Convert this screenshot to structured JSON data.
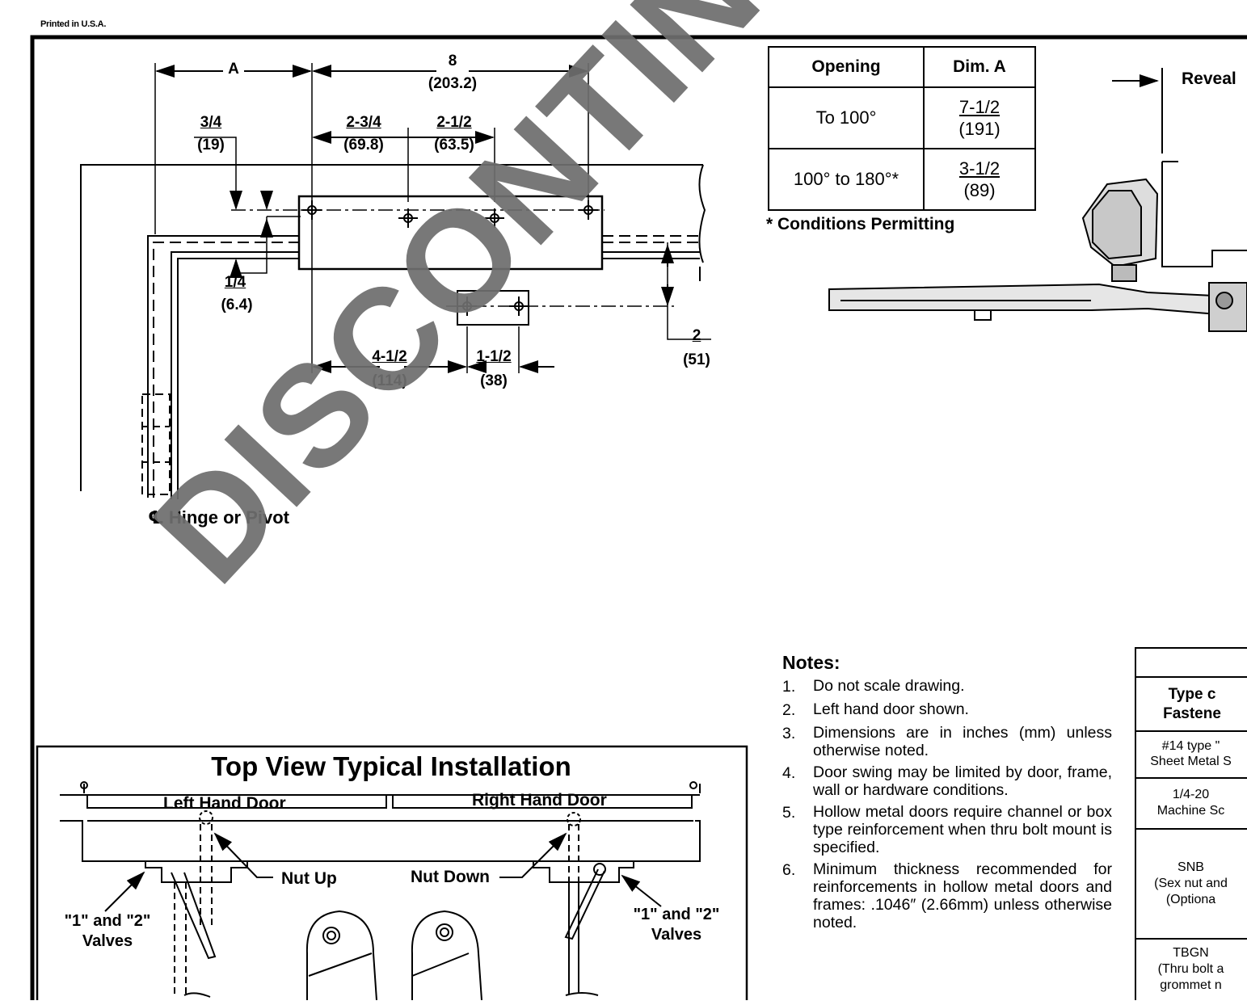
{
  "header": {
    "printed": "Printed in U.S.A."
  },
  "template": {
    "dim_A": "A",
    "dim_8": "8",
    "dim_8_mm": "(203.2)",
    "dim_3_4": "3/4",
    "dim_3_4_mm": "(19)",
    "dim_2_3_4": "2-3/4",
    "dim_2_3_4_mm": "(69.8)",
    "dim_2_1_2": "2-1/2",
    "dim_2_1_2_mm": "(63.5)",
    "dim_1_4": "1/4",
    "dim_1_4_mm": "(6.4)",
    "dim_4_1_2": "4-1/2",
    "dim_4_1_2_mm": "(114)",
    "dim_1_1_2": "1-1/2",
    "dim_1_1_2_mm": "(38)",
    "dim_2": "2",
    "dim_2_mm": "(51)",
    "hinge_label": "Hinge or Pivot",
    "hinge_symbol": "℄"
  },
  "opening_table": {
    "headers": [
      "Opening",
      "Dim. A"
    ],
    "rows": [
      {
        "opening": "To 100°",
        "dim_in": "7-1/2",
        "dim_mm": "(191)"
      },
      {
        "opening": "100° to 180°*",
        "dim_in": "3-1/2",
        "dim_mm": "(89)"
      }
    ],
    "footnote": "* Conditions Permitting"
  },
  "arm_view": {
    "reveal": "Reveal"
  },
  "notes": {
    "title": "Notes:",
    "items": [
      {
        "num": "1.",
        "text": "Do not scale drawing."
      },
      {
        "num": "2.",
        "text": "Left hand door shown."
      },
      {
        "num": "3.",
        "text": "Dimensions are in inches (mm) unless otherwise noted."
      },
      {
        "num": "4.",
        "text": "Door swing may be limited by door, frame, wall or hardware conditions."
      },
      {
        "num": "5.",
        "text": "Hollow metal doors require channel or box type reinforcement when thru bolt mount is specified."
      },
      {
        "num": "6.",
        "text": "Minimum thickness recommended for reinforcements in hollow metal doors and frames: .1046″ (2.66mm) unless otherwise noted."
      }
    ]
  },
  "fasteners": {
    "header": "Type c\nFastene",
    "rows": [
      "#14 type \"\nSheet Metal S",
      "1/4-20\nMachine Sc",
      "SNB\n(Sex nut and\n(Optiona",
      "TBGN\n(Thru bolt a\ngrommet n"
    ]
  },
  "top_view": {
    "title": "Top View Typical Installation",
    "left_door": "Left Hand Door",
    "right_door": "Right Hand Door",
    "nut_up": "Nut Up",
    "nut_down": "Nut Down",
    "valves_left": "\"1\" and \"2\"\nValves",
    "valves_right": "\"1\" and \"2\"\nValves"
  },
  "watermark": "DISCONTINUED"
}
